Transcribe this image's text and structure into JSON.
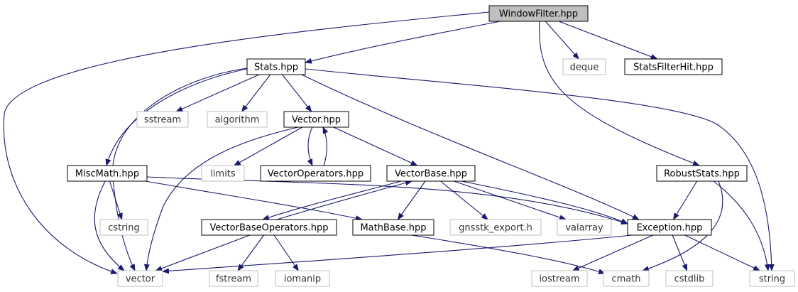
{
  "colors": {
    "edge": "#191970",
    "node_border": "#000000",
    "system_border": "#bfbfbf",
    "root_fill": "#bfbfbf",
    "text": "#000000",
    "system_text": "#333333"
  },
  "nodes": [
    {
      "id": "windowfilter",
      "label": "WindowFilter.hpp",
      "kind": "root"
    },
    {
      "id": "stats",
      "label": "Stats.hpp",
      "kind": "local"
    },
    {
      "id": "deque",
      "label": "deque",
      "kind": "system"
    },
    {
      "id": "statsfilterhit",
      "label": "StatsFilterHit.hpp",
      "kind": "local"
    },
    {
      "id": "sstream",
      "label": "sstream",
      "kind": "system"
    },
    {
      "id": "algorithm",
      "label": "algorithm",
      "kind": "system"
    },
    {
      "id": "vectorhpp",
      "label": "Vector.hpp",
      "kind": "local"
    },
    {
      "id": "miscmath",
      "label": "MiscMath.hpp",
      "kind": "local"
    },
    {
      "id": "limits",
      "label": "limits",
      "kind": "system"
    },
    {
      "id": "vectorops",
      "label": "VectorOperators.hpp",
      "kind": "local"
    },
    {
      "id": "vectorbase",
      "label": "VectorBase.hpp",
      "kind": "local"
    },
    {
      "id": "robuststats",
      "label": "RobustStats.hpp",
      "kind": "local"
    },
    {
      "id": "cstring",
      "label": "cstring",
      "kind": "system"
    },
    {
      "id": "vectorbaseops",
      "label": "VectorBaseOperators.hpp",
      "kind": "local"
    },
    {
      "id": "mathbase",
      "label": "MathBase.hpp",
      "kind": "local"
    },
    {
      "id": "gnsstk",
      "label": "gnsstk_export.h",
      "kind": "system"
    },
    {
      "id": "valarray",
      "label": "valarray",
      "kind": "system"
    },
    {
      "id": "exception",
      "label": "Exception.hpp",
      "kind": "local"
    },
    {
      "id": "vector",
      "label": "vector",
      "kind": "system"
    },
    {
      "id": "fstream",
      "label": "fstream",
      "kind": "system"
    },
    {
      "id": "iomanip",
      "label": "iomanip",
      "kind": "system"
    },
    {
      "id": "iostream",
      "label": "iostream",
      "kind": "system"
    },
    {
      "id": "cmath",
      "label": "cmath",
      "kind": "system"
    },
    {
      "id": "cstdlib",
      "label": "cstdlib",
      "kind": "system"
    },
    {
      "id": "string",
      "label": "string",
      "kind": "system"
    }
  ],
  "edges": [
    [
      "windowfilter",
      "stats"
    ],
    [
      "windowfilter",
      "deque"
    ],
    [
      "windowfilter",
      "statsfilterhit"
    ],
    [
      "windowfilter",
      "vector"
    ],
    [
      "windowfilter",
      "robuststats"
    ],
    [
      "stats",
      "sstream"
    ],
    [
      "stats",
      "algorithm"
    ],
    [
      "stats",
      "vectorhpp"
    ],
    [
      "stats",
      "miscmath"
    ],
    [
      "stats",
      "vector"
    ],
    [
      "stats",
      "exception"
    ],
    [
      "stats",
      "string"
    ],
    [
      "vectorhpp",
      "limits"
    ],
    [
      "vectorhpp",
      "vectorops"
    ],
    [
      "vectorops",
      "vectorhpp"
    ],
    [
      "vectorhpp",
      "vectorbase"
    ],
    [
      "vectorhpp",
      "vector"
    ],
    [
      "miscmath",
      "cstring"
    ],
    [
      "miscmath",
      "vector"
    ],
    [
      "miscmath",
      "mathbase"
    ],
    [
      "miscmath",
      "exception"
    ],
    [
      "vectorbase",
      "vectorbaseops"
    ],
    [
      "vectorbaseops",
      "vectorbase"
    ],
    [
      "vectorbase",
      "mathbase"
    ],
    [
      "vectorbase",
      "gnsstk"
    ],
    [
      "vectorbase",
      "valarray"
    ],
    [
      "vectorbase",
      "exception"
    ],
    [
      "robuststats",
      "exception"
    ],
    [
      "robuststats",
      "cmath"
    ],
    [
      "robuststats",
      "string"
    ],
    [
      "vectorbaseops",
      "vector"
    ],
    [
      "vectorbaseops",
      "fstream"
    ],
    [
      "vectorbaseops",
      "iomanip"
    ],
    [
      "mathbase",
      "cmath"
    ],
    [
      "exception",
      "vector"
    ],
    [
      "exception",
      "iostream"
    ],
    [
      "exception",
      "cstdlib"
    ],
    [
      "exception",
      "string"
    ]
  ]
}
